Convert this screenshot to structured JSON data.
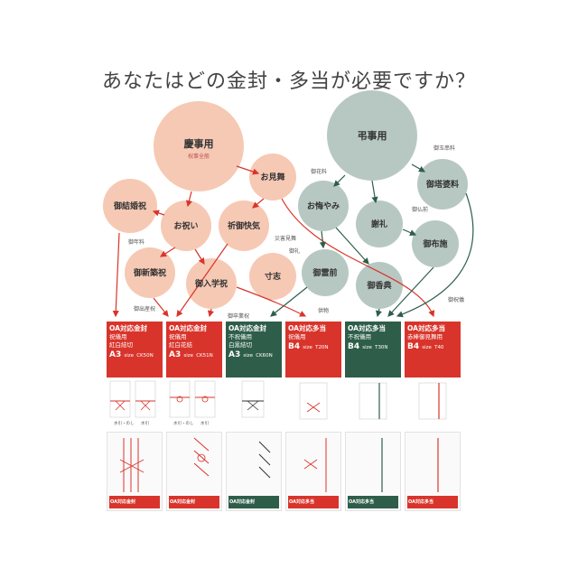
{
  "title": "あなたはどの金封・多当が必要ですか？",
  "colors": {
    "celebration": "#f6c9b4",
    "mourning": "#b7c8c3",
    "red": "#d9342b",
    "green": "#2e5e4a"
  },
  "celebration": {
    "main": "慶事用",
    "main_sub": "祝事全般",
    "nodes": [
      "お見舞",
      "御結婚祝",
      "お祝い",
      "祈御快気",
      "御新築祝",
      "御入学祝",
      "寸志"
    ]
  },
  "mourning": {
    "main": "弔事用",
    "nodes": [
      "お悔やみ",
      "御霊前",
      "謝礼",
      "御布施",
      "御香典",
      "御塔婆料"
    ]
  },
  "edge_labels": {
    "shoujirei": "御玉串料",
    "hanaryo": "御花料",
    "butsuzen": "御仏前",
    "kiiku": "災害見舞",
    "onrei": "御礼",
    "shushou": "御出産祝",
    "haiga": "御卒業祝",
    "shinsai": "御年料",
    "kuyou": "供物",
    "goshuu": "御祝儀"
  },
  "cards": [
    {
      "title": "OA対応金封",
      "l1": "祝儀用",
      "l2": "紅白結切",
      "size": "A3",
      "code": "CK50N"
    },
    {
      "title": "OA対応金封",
      "l1": "祝儀用",
      "l2": "紅白花結",
      "size": "A3",
      "code": "CK51N"
    },
    {
      "title": "OA対応金封",
      "l1": "不祝儀用",
      "l2": "白黒結切",
      "size": "A3",
      "code": "CK60N"
    },
    {
      "title": "OA対応多当",
      "l1": "祝儀用",
      "l2": "",
      "size": "B4",
      "code": "T20N"
    },
    {
      "title": "OA対応多当",
      "l1": "不祝儀用",
      "l2": "",
      "size": "B4",
      "code": "T30N"
    },
    {
      "title": "OA対応多当",
      "l1": "赤棒御見舞用",
      "l2": "",
      "size": "B4",
      "code": "T40"
    }
  ],
  "size_word": "size",
  "thumb_captions": [
    "水引・のし",
    "水引",
    "水引・のし",
    "水引"
  ],
  "pack_label": "OA対応金封"
}
